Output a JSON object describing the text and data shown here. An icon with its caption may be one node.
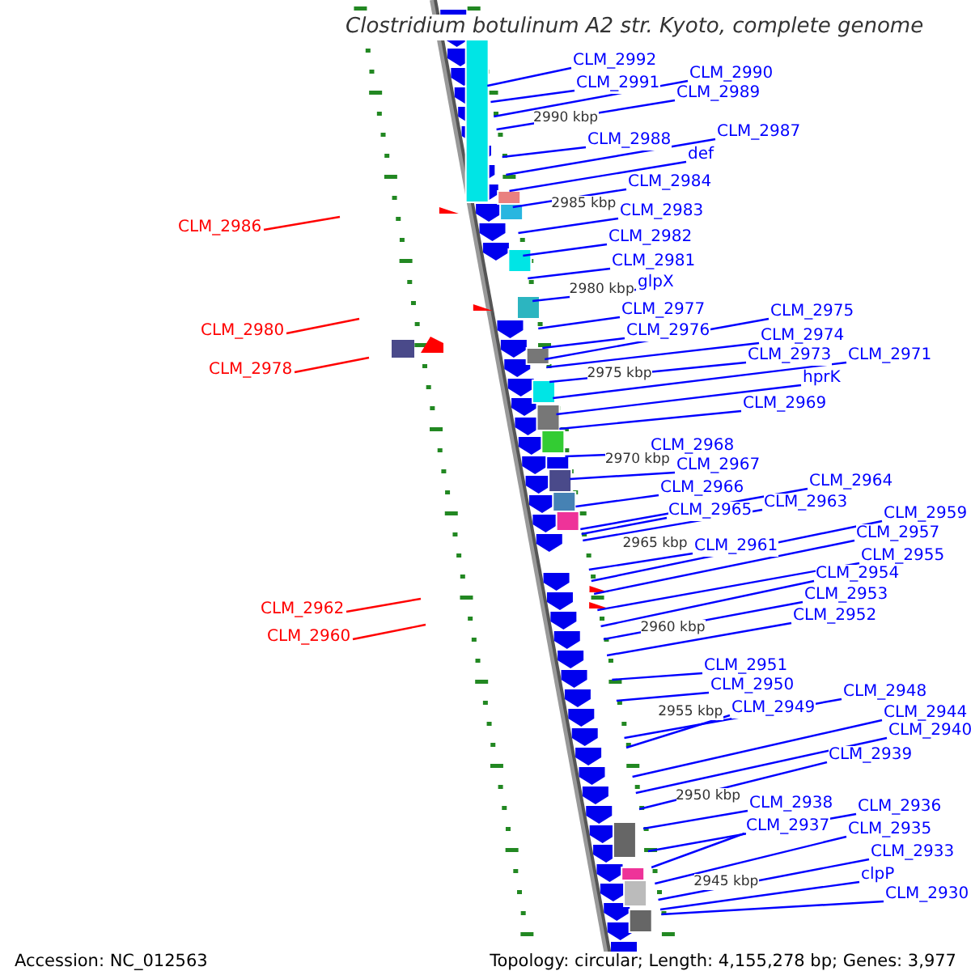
{
  "diagram": {
    "title": "Clostridium botulinum A2 str. Kyoto, complete genome",
    "nodes": [
      {
        "text": [
          "CLM_2992"
        ]
      },
      {
        "text": [
          "CLM_2990"
        ]
      },
      {
        "text": [
          "CLM_2991"
        ]
      },
      {
        "text": [
          "CLM_2989"
        ]
      },
      {
        "text": [
          "CLM_2987"
        ]
      },
      {
        "text": [
          "CLM_2988"
        ]
      },
      {
        "text": [
          "def"
        ]
      },
      {
        "text": [
          "CLM_2984"
        ]
      },
      {
        "text": [
          "CLM_2983"
        ]
      },
      {
        "text": [
          "CLM_2986"
        ]
      },
      {
        "text": [
          "CLM_2982"
        ]
      },
      {
        "text": [
          "CLM_2981"
        ]
      },
      {
        "text": [
          "glpX"
        ]
      },
      {
        "text": [
          "CLM_2977"
        ]
      },
      {
        "text": [
          "CLM_2975"
        ]
      },
      {
        "text": [
          "CLM_2980"
        ]
      },
      {
        "text": [
          "CLM_2976"
        ]
      },
      {
        "text": [
          "CLM_2974"
        ]
      },
      {
        "text": [
          "CLM_2973"
        ]
      },
      {
        "text": [
          "CLM_2971"
        ]
      },
      {
        "text": [
          "CLM_2978"
        ]
      },
      {
        "text": [
          "hprK"
        ]
      },
      {
        "text": [
          "CLM_2969"
        ]
      },
      {
        "text": [
          "CLM_2968"
        ]
      },
      {
        "text": [
          "CLM_2967"
        ]
      },
      {
        "text": [
          "CLM_2964"
        ]
      },
      {
        "text": [
          "CLM_2966"
        ]
      },
      {
        "text": [
          "CLM_2963"
        ]
      },
      {
        "text": [
          "CLM_2965"
        ]
      },
      {
        "text": [
          "CLM_2959"
        ]
      },
      {
        "text": [
          "CLM_2957"
        ]
      },
      {
        "text": [
          "CLM_2961"
        ]
      },
      {
        "text": [
          "CLM_2955"
        ]
      },
      {
        "text": [
          "CLM_2954"
        ]
      },
      {
        "text": [
          "CLM_2953"
        ]
      },
      {
        "text": [
          "CLM_2962"
        ]
      },
      {
        "text": [
          "CLM_2952"
        ]
      },
      {
        "text": [
          "CLM_2960"
        ]
      },
      {
        "text": [
          "CLM_2951"
        ]
      },
      {
        "text": [
          "CLM_2950"
        ]
      },
      {
        "text": [
          "CLM_2948"
        ]
      },
      {
        "text": [
          "CLM_2949"
        ]
      },
      {
        "text": [
          "CLM_2944"
        ]
      },
      {
        "text": [
          "CLM_2940"
        ]
      },
      {
        "text": [
          "CLM_2939"
        ]
      },
      {
        "text": [
          "CLM_2938"
        ]
      },
      {
        "text": [
          "CLM_2936"
        ]
      },
      {
        "text": [
          "CLM_2937"
        ]
      },
      {
        "text": [
          "CLM_2935"
        ]
      },
      {
        "text": [
          "CLM_2933"
        ]
      },
      {
        "text": [
          "clpP"
        ]
      },
      {
        "text": [
          "CLM_2930"
        ]
      }
    ],
    "edges": [
      {
        "from": 0,
        "to": null,
        "arrow": "none"
      },
      {
        "from": 1,
        "to": null,
        "arrow": "none"
      },
      {
        "from": 2,
        "to": null,
        "arrow": "none"
      },
      {
        "from": 3,
        "to": null,
        "arrow": "none"
      },
      {
        "from": 4,
        "to": null,
        "arrow": "none"
      },
      {
        "from": 5,
        "to": null,
        "arrow": "none"
      },
      {
        "from": 6,
        "to": null,
        "arrow": "none"
      },
      {
        "from": 7,
        "to": null,
        "arrow": "none"
      },
      {
        "from": 8,
        "to": null,
        "arrow": "none"
      },
      {
        "from": 9,
        "to": null,
        "arrow": "none",
        "color": "#ff0000"
      },
      {
        "from": 10,
        "to": null,
        "arrow": "none"
      },
      {
        "from": 11,
        "to": null,
        "arrow": "none"
      },
      {
        "from": 12,
        "to": null,
        "arrow": "none"
      },
      {
        "from": 13,
        "to": null,
        "arrow": "none"
      },
      {
        "from": 14,
        "to": null,
        "arrow": "none"
      },
      {
        "from": 15,
        "to": null,
        "arrow": "none",
        "color": "#ff0000"
      },
      {
        "from": 16,
        "to": null,
        "arrow": "none"
      },
      {
        "from": 17,
        "to": null,
        "arrow": "none"
      },
      {
        "from": 18,
        "to": null,
        "arrow": "none"
      },
      {
        "from": 19,
        "to": null,
        "arrow": "none"
      },
      {
        "from": 20,
        "to": null,
        "arrow": "none",
        "color": "#ff0000"
      },
      {
        "from": 21,
        "to": null,
        "arrow": "none"
      },
      {
        "from": 22,
        "to": null,
        "arrow": "none"
      },
      {
        "from": 23,
        "to": null,
        "arrow": "none"
      },
      {
        "from": 24,
        "to": null,
        "arrow": "none"
      },
      {
        "from": 25,
        "to": null,
        "arrow": "none"
      },
      {
        "from": 26,
        "to": null,
        "arrow": "none"
      },
      {
        "from": 27,
        "to": null,
        "arrow": "none"
      },
      {
        "from": 28,
        "to": null,
        "arrow": "none"
      },
      {
        "from": 29,
        "to": null,
        "arrow": "none"
      },
      {
        "from": 30,
        "to": null,
        "arrow": "none"
      },
      {
        "from": 31,
        "to": null,
        "arrow": "none"
      },
      {
        "from": 32,
        "to": null,
        "arrow": "none"
      },
      {
        "from": 33,
        "to": null,
        "arrow": "none"
      },
      {
        "from": 34,
        "to": null,
        "arrow": "none"
      },
      {
        "from": 35,
        "to": null,
        "arrow": "none",
        "color": "#ff0000"
      },
      {
        "from": 36,
        "to": null,
        "arrow": "none"
      },
      {
        "from": 37,
        "to": null,
        "arrow": "none",
        "color": "#ff0000"
      },
      {
        "from": 38,
        "to": null,
        "arrow": "none"
      },
      {
        "from": 39,
        "to": null,
        "arrow": "none"
      },
      {
        "from": 40,
        "to": null,
        "arrow": "none"
      },
      {
        "from": 41,
        "to": null,
        "arrow": "none"
      },
      {
        "from": 42,
        "to": null,
        "arrow": "none"
      },
      {
        "from": 43,
        "to": null,
        "arrow": "none"
      },
      {
        "from": 44,
        "to": null,
        "arrow": "none"
      },
      {
        "from": 45,
        "to": null,
        "arrow": "none"
      },
      {
        "from": 46,
        "to": null,
        "arrow": "none"
      },
      {
        "from": 47,
        "to": null,
        "arrow": "none"
      },
      {
        "from": 48,
        "to": null,
        "arrow": "none"
      },
      {
        "from": 49,
        "to": null,
        "arrow": "none"
      },
      {
        "from": 50,
        "to": null,
        "arrow": "none"
      },
      {
        "from": 51,
        "to": null,
        "arrow": "none"
      }
    ],
    "labels": [
      "2990 kbp",
      "2985 kbp",
      "2980 kbp",
      "2975 kbp",
      "2970 kbp",
      "2965 kbp",
      "2960 kbp",
      "2955 kbp",
      "2950 kbp",
      "2945 kbp",
      "Accession: NC_012563",
      "Topology: circular; Length: 4,155,278 bp; Genes: 3,977"
    ]
  }
}
